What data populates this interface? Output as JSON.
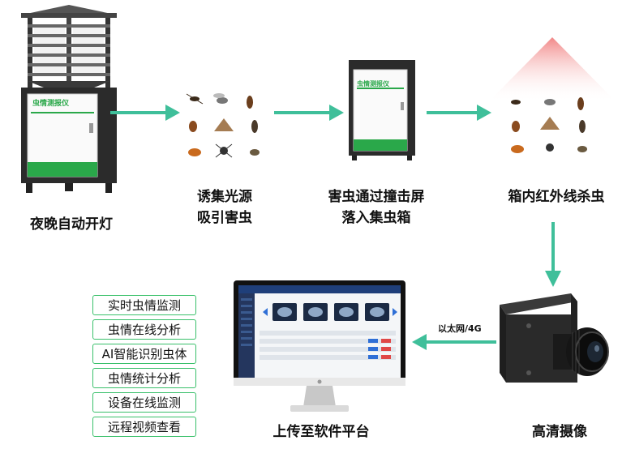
{
  "colors": {
    "arrow": "#3fbf9a",
    "brand_green": "#2aa84a",
    "feature_border": "#39c06a",
    "device_dark": "#2b2b2b",
    "laser_red": "#f3a0a0"
  },
  "device": {
    "label": "虫情测报仪"
  },
  "steps": [
    {
      "caption": "夜晚自动开灯"
    },
    {
      "caption": "诱集光源\n吸引害虫"
    },
    {
      "caption": "害虫通过撞击屏\n落入集虫箱"
    },
    {
      "caption": "箱内红外线杀虫"
    },
    {
      "caption": "高清摄像"
    },
    {
      "caption": "上传至软件平台"
    }
  ],
  "connection_label": "以太网/4G",
  "features": [
    "实时虫情监测",
    "虫情在线分析",
    "AI智能识别虫体",
    "虫情统计分析",
    "设备在线监测",
    "远程视频查看"
  ]
}
